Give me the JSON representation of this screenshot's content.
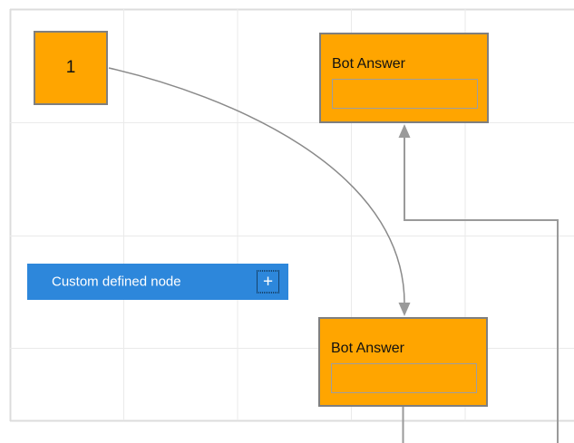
{
  "colors": {
    "node-orange": "#ffa500",
    "node-border": "#7f7f7f",
    "inner-box-border": "#9e9e9e",
    "node-blue": "#2d87db",
    "text-dark": "#111111",
    "text-light": "#ffffff",
    "grid-line": "#eaeaea",
    "grid-border": "#dcdcdc",
    "connector-gray": "#8a8a8a",
    "elbow-gray": "#9a9a9a",
    "canvas-bg": "#ffffff"
  },
  "diagram": {
    "node_start": {
      "label": "1"
    },
    "node_bot_answer_top": {
      "title": "Bot Answer"
    },
    "node_bot_answer_bottom": {
      "title": "Bot Answer"
    },
    "node_custom": {
      "label": "Custom defined node",
      "plus_glyph": "+"
    },
    "connectors": [
      {
        "id": "bezier-curve",
        "from": "node_start",
        "to": "node_bot_answer_top_area",
        "style": "bezier",
        "arrow": "target-down"
      },
      {
        "id": "orthogonal-elbow",
        "from": "offscreen-bottom",
        "to": "node_bot_answer_top",
        "style": "orthogonal",
        "arrow": "target-up"
      },
      {
        "id": "drop-line",
        "from": "node_bot_answer_bottom",
        "to": "offscreen-bottom",
        "style": "straight",
        "arrow": "none"
      }
    ]
  }
}
